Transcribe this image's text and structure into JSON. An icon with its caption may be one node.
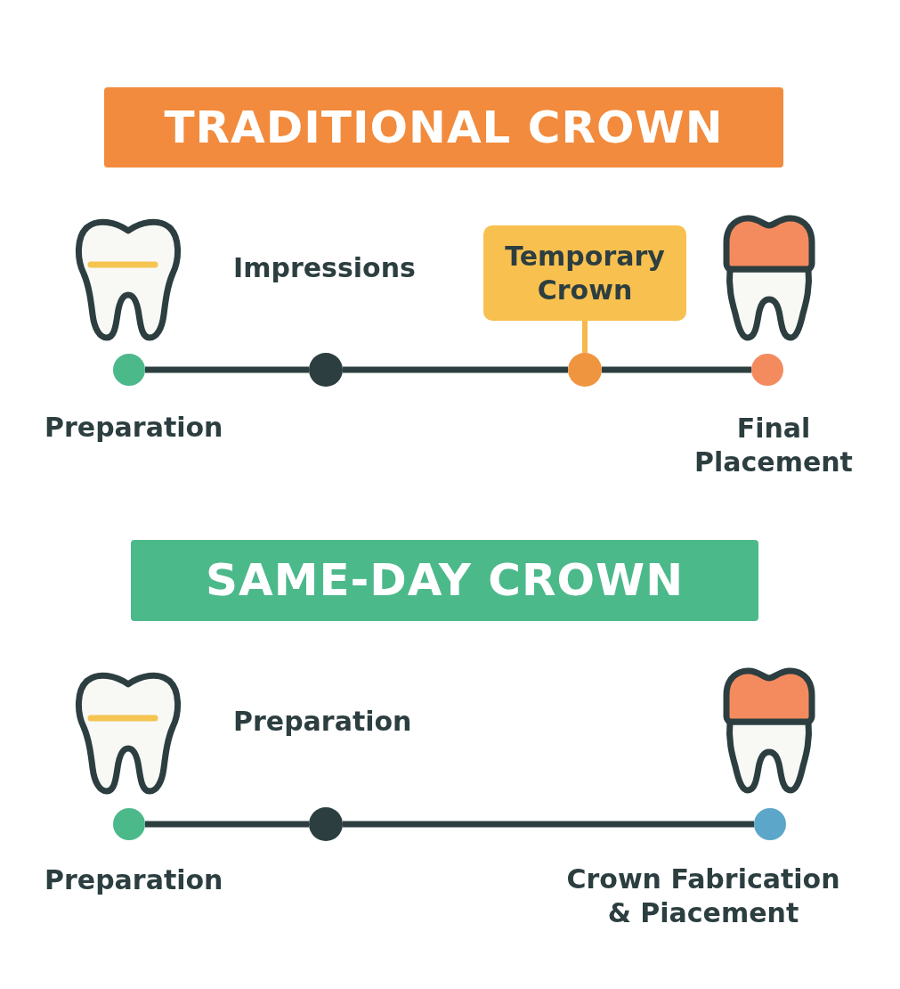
{
  "diagram": {
    "nodes": [
      {
        "text": [
          "TRADITIONAL CROWN"
        ]
      },
      {
        "text": [
          "Temporary Crown"
        ]
      },
      {
        "text": [],
        "shape": "circle",
        "beside": [
          "Preparation"
        ]
      },
      {
        "text": [],
        "shape": "circle",
        "beside": [
          "Impressions"
        ]
      },
      {
        "text": [],
        "shape": "circle"
      },
      {
        "text": [],
        "shape": "circle",
        "beside": [
          "Final Placement"
        ]
      },
      {
        "text": [
          "SAME-DAY CROWN"
        ]
      },
      {
        "text": [],
        "shape": "circle",
        "beside": [
          "Preparation"
        ]
      },
      {
        "text": [],
        "shape": "circle",
        "beside": [
          "Preparation"
        ]
      },
      {
        "text": [],
        "shape": "circle",
        "beside": [
          "Crown Fabrication & Piacement"
        ]
      }
    ],
    "edges": [
      {
        "from": 2,
        "to": 3,
        "arrow": "none"
      },
      {
        "from": 3,
        "to": 4,
        "arrow": "none"
      },
      {
        "from": 4,
        "to": 5,
        "arrow": "none"
      },
      {
        "from": 1,
        "to": 4,
        "arrow": "none",
        "color": "#f5b84a"
      },
      {
        "from": 7,
        "to": 8,
        "arrow": "none"
      },
      {
        "from": 8,
        "to": 9,
        "arrow": "none"
      }
    ]
  }
}
